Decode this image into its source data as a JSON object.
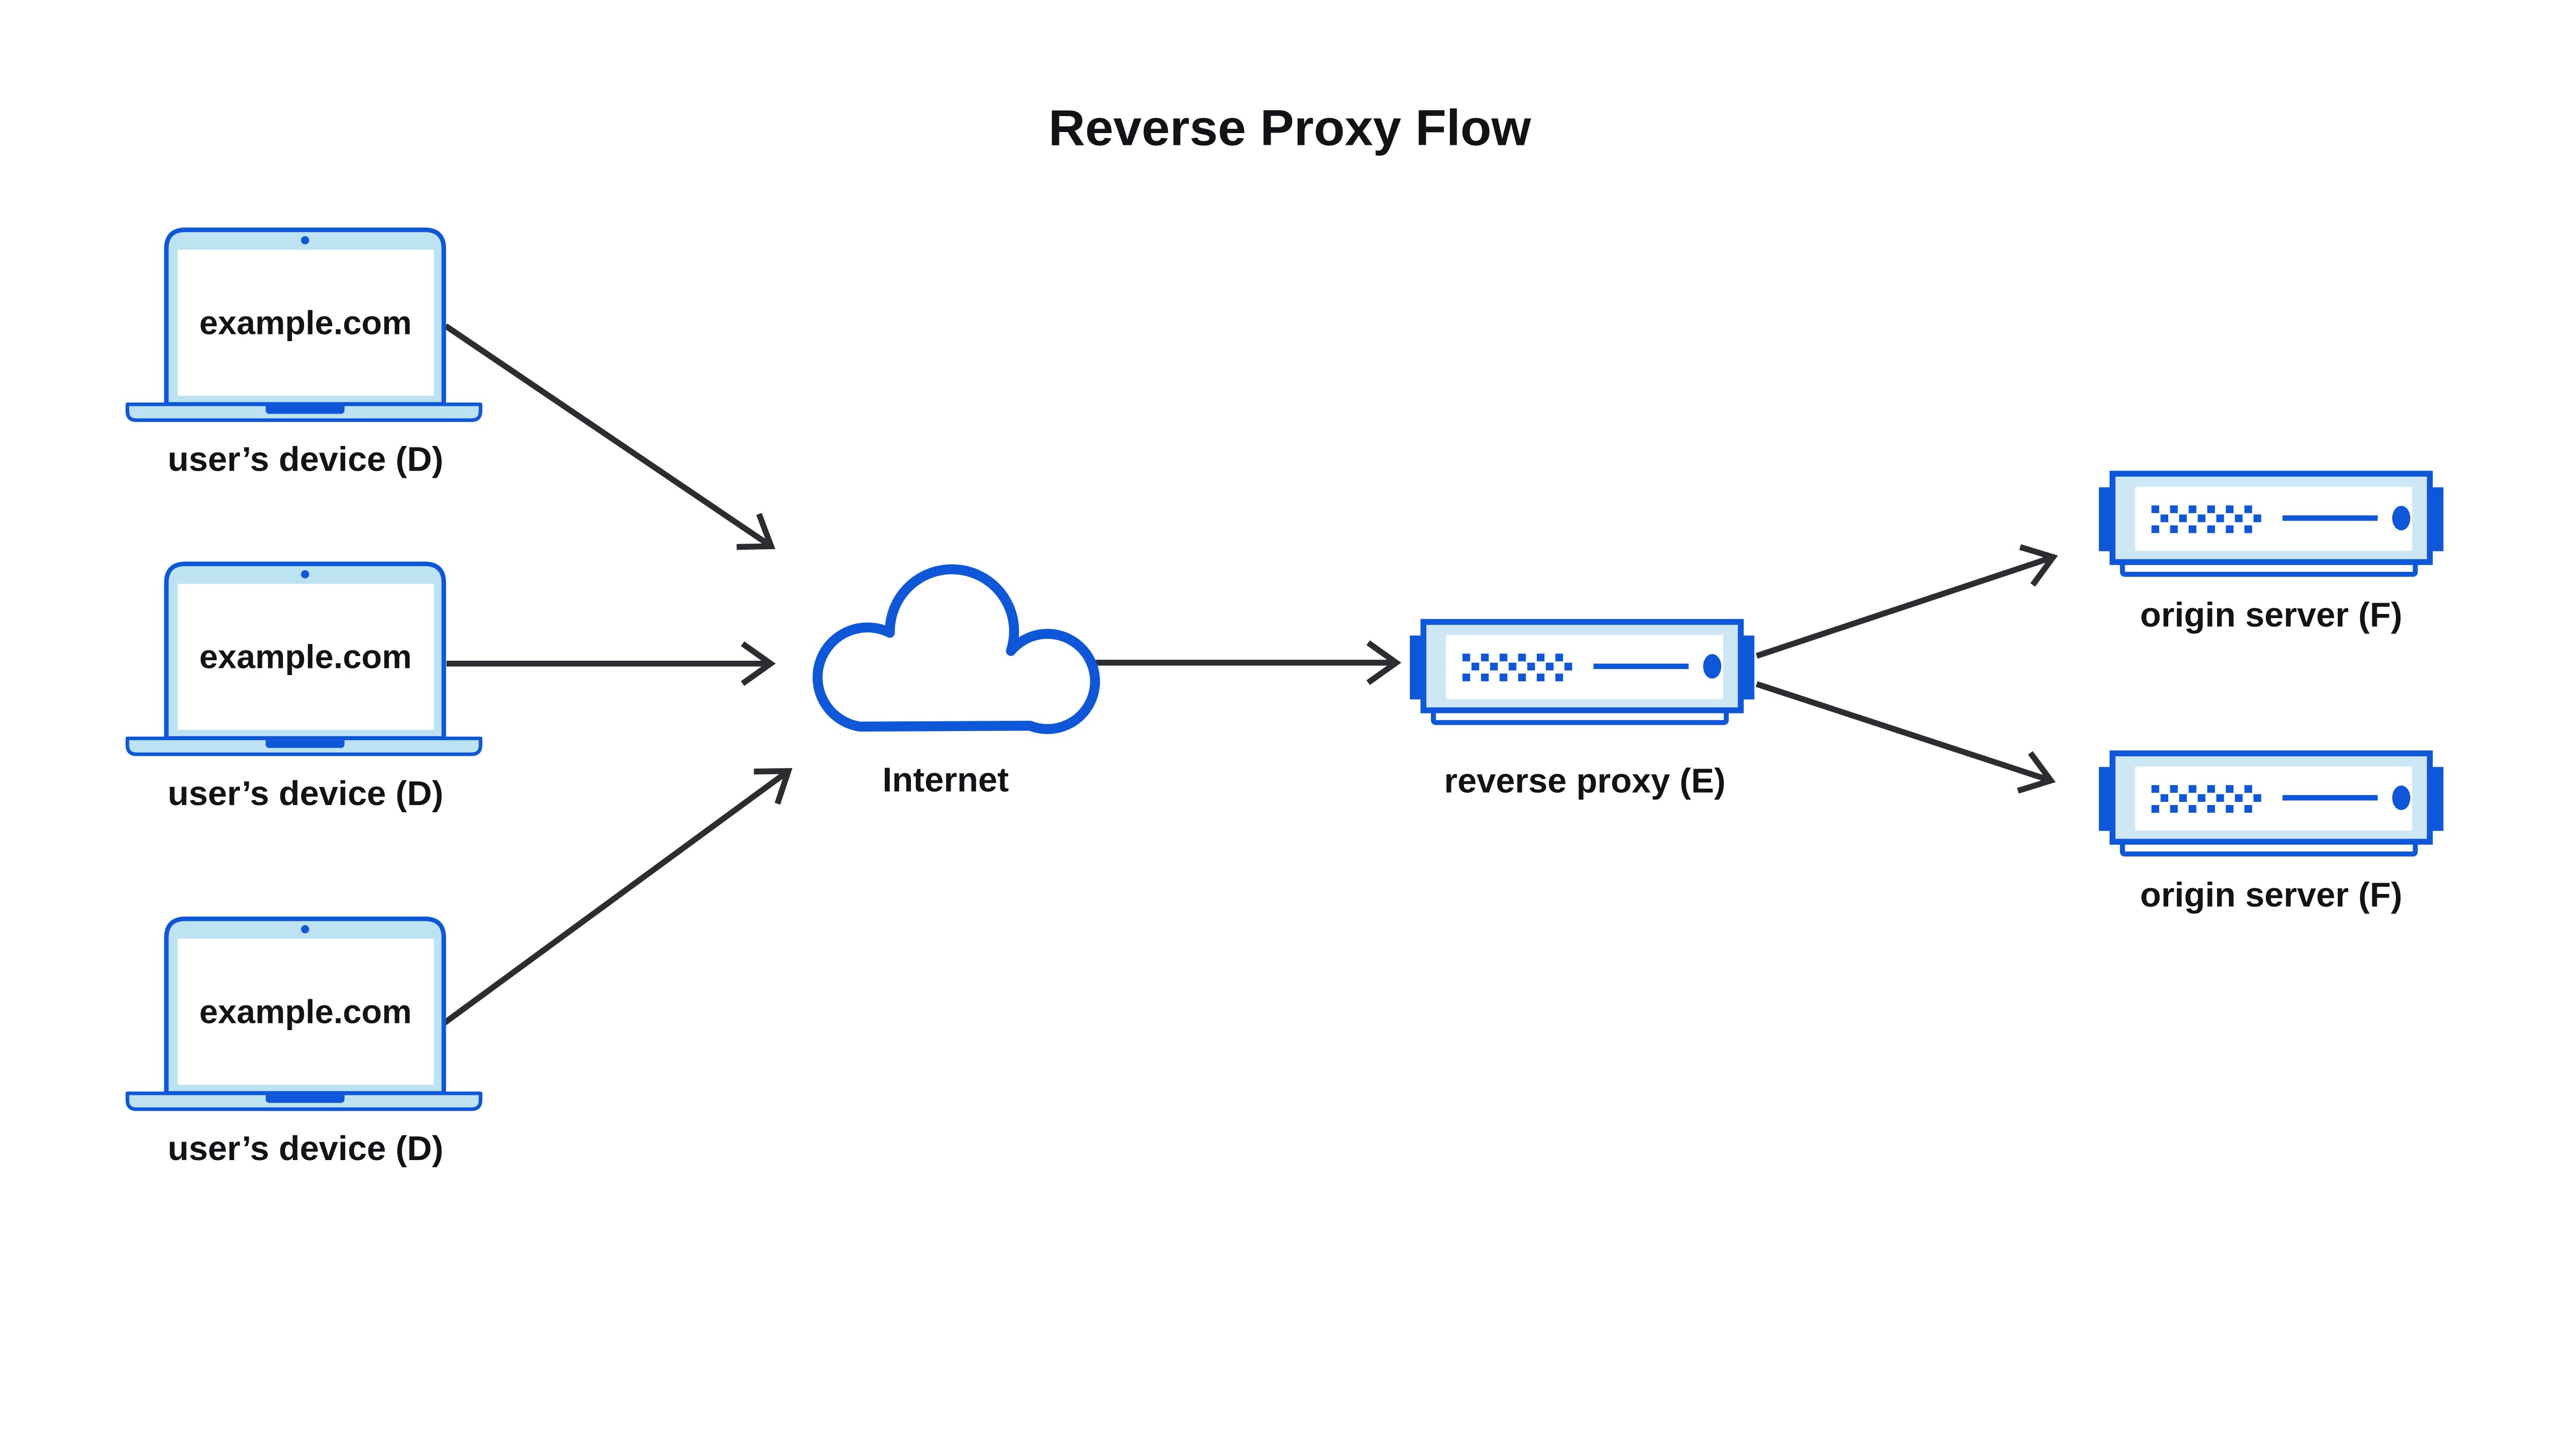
{
  "title": "Reverse Proxy Flow",
  "colors": {
    "accent_blue": "#0d57d8",
    "laptop_fill": "#bde2f2",
    "server_fill": "#cde8f4",
    "screen_white": "#ffffff",
    "arrow": "#2b2d30",
    "text": "#121316",
    "background": "#ffffff"
  },
  "nodes": {
    "devices": [
      {
        "id": "user-device-1",
        "icon": "laptop-icon",
        "screen_text": "example.com",
        "label": "user’s device (D)"
      },
      {
        "id": "user-device-2",
        "icon": "laptop-icon",
        "screen_text": "example.com",
        "label": "user’s device (D)"
      },
      {
        "id": "user-device-3",
        "icon": "laptop-icon",
        "screen_text": "example.com",
        "label": "user’s device (D)"
      }
    ],
    "internet": {
      "id": "internet",
      "icon": "cloud-icon",
      "label": "Internet"
    },
    "reverse_proxy": {
      "id": "reverse-proxy",
      "icon": "server-icon",
      "label": "reverse proxy (E)"
    },
    "origin_servers": [
      {
        "id": "origin-server-1",
        "icon": "server-icon",
        "label": "origin server (F)"
      },
      {
        "id": "origin-server-2",
        "icon": "server-icon",
        "label": "origin server (F)"
      }
    ]
  },
  "edges": [
    {
      "from": "user-device-1",
      "to": "internet"
    },
    {
      "from": "user-device-2",
      "to": "internet"
    },
    {
      "from": "user-device-3",
      "to": "internet"
    },
    {
      "from": "internet",
      "to": "reverse-proxy"
    },
    {
      "from": "reverse-proxy",
      "to": "origin-server-1"
    },
    {
      "from": "reverse-proxy",
      "to": "origin-server-2"
    }
  ]
}
